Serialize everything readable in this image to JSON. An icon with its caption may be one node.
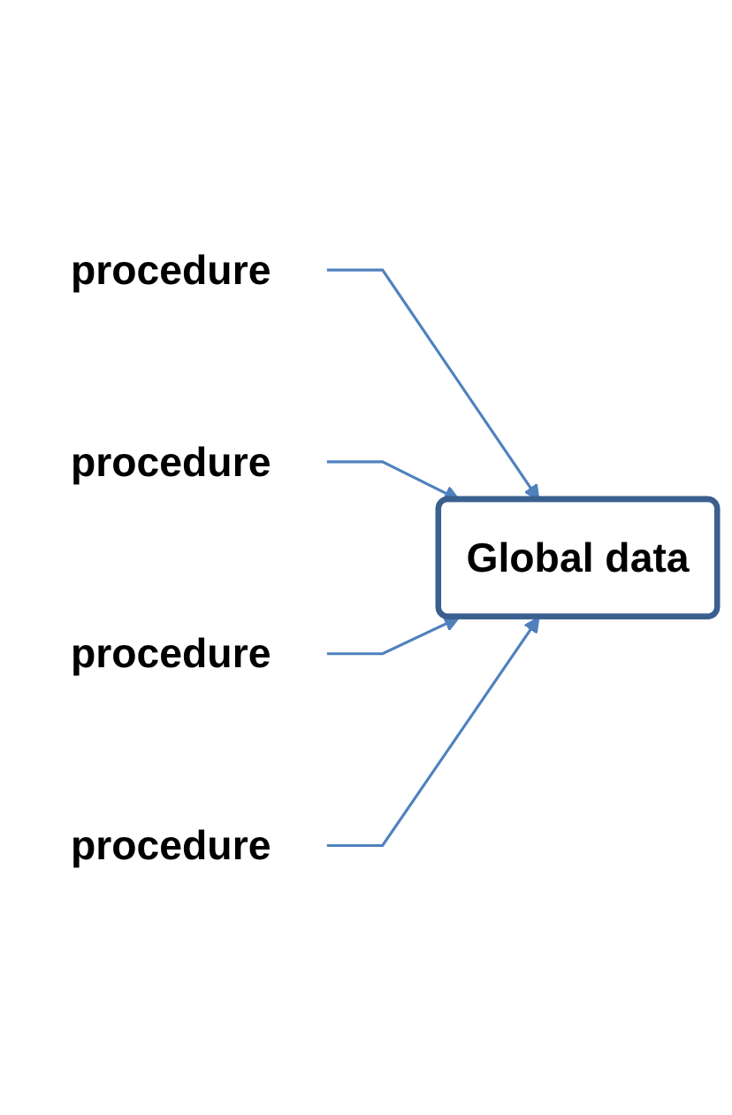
{
  "diagram": {
    "nodes": [
      {
        "text": [
          "procedure"
        ]
      },
      {
        "text": [
          "procedure"
        ]
      },
      {
        "text": [
          "procedure"
        ]
      },
      {
        "text": [
          "procedure"
        ]
      },
      {
        "text": [
          "Global data"
        ]
      }
    ],
    "edges": [
      {
        "from": 0,
        "to": 4,
        "arrow": "to"
      },
      {
        "from": 1,
        "to": 4,
        "arrow": "to"
      },
      {
        "from": 2,
        "to": 4,
        "arrow": "to"
      },
      {
        "from": 3,
        "to": 4,
        "arrow": "to"
      }
    ]
  }
}
